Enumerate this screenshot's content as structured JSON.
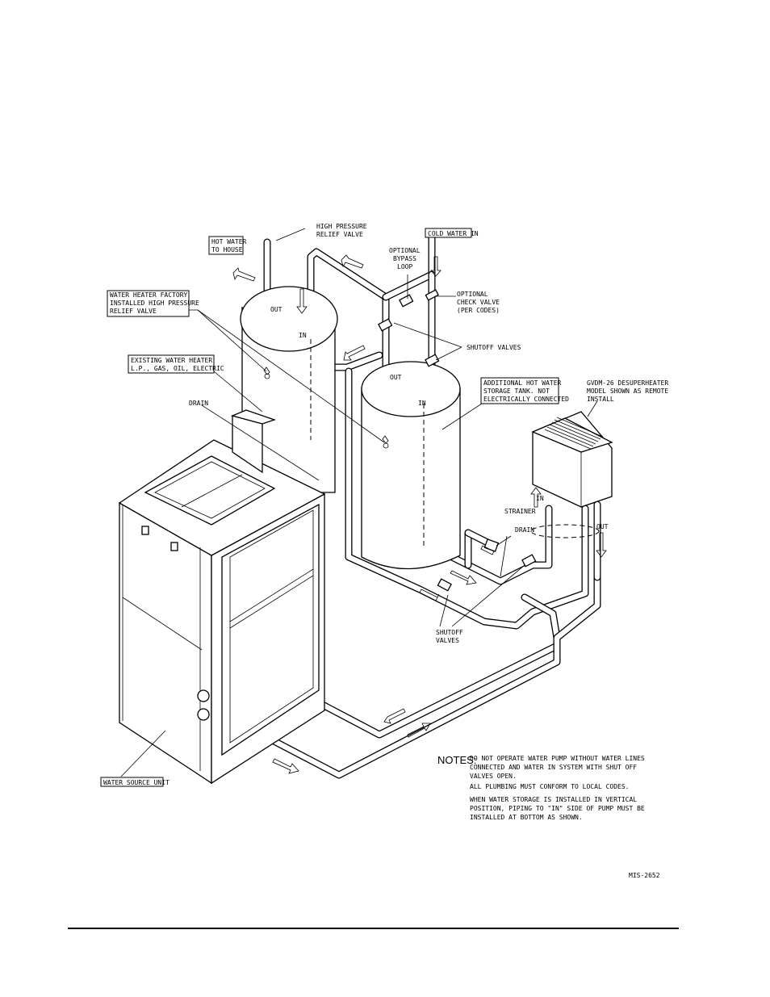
{
  "labels": {
    "hot_water": [
      "HOT WATER",
      "TO HOUSE"
    ],
    "relief_valve": [
      "HIGH PRESSURE",
      "RELIEF VALVE"
    ],
    "cold_water": "COLD WATER IN",
    "bypass": [
      "OPTIONAL",
      "BYPASS",
      "LOOP"
    ],
    "check_valve": [
      "OPTIONAL",
      "CHECK VALVE",
      "(PER CODES)"
    ],
    "factory_valve": [
      "WATER HEATER FACTORY",
      "INSTALLED HIGH PRESSURE",
      "RELIEF VALVE"
    ],
    "existing_heater": [
      "EXISTING WATER HEATER",
      "L.P., GAS, OIL, ELECTRIC"
    ],
    "shutoff_valves_top": "SHUTOFF VALVES",
    "additional_tank": [
      "ADDITIONAL HOT WATER",
      "STORAGE TANK. NOT",
      "ELECTRICALLY CONNECTED"
    ],
    "desuperheater": [
      "GVDM-26 DESUPERHEATER",
      "MODEL SHOWN AS REMOTE",
      "INSTALL"
    ],
    "drain_left": "DRAIN",
    "out_tank1": "OUT",
    "in_tank1": "IN",
    "out_tank2": "OUT",
    "in_tank2": "IN",
    "strainer": "STRAINER",
    "drain_right": "DRAIN",
    "in_desup": "IN",
    "out_desup": "OUT",
    "shutoff_valves_bottom": [
      "SHUTOFF",
      "VALVES"
    ],
    "water_source_unit": "WATER SOURCE UNIT"
  },
  "notes": {
    "title": "NOTES:",
    "lines": [
      "DO NOT OPERATE WATER PUMP WITHOUT WATER LINES",
      "CONNECTED AND WATER IN SYSTEM WITH SHUT OFF",
      "VALVES OPEN.",
      "ALL PLUMBING MUST CONFORM TO LOCAL CODES.",
      "WHEN WATER STORAGE IS INSTALLED IN VERTICAL",
      "POSITION, PIPING TO \"IN\"  SIDE OF PUMP MUST BE",
      "INSTALLED AT BOTTOM AS SHOWN."
    ]
  },
  "drawing_number": "MIS-2652"
}
